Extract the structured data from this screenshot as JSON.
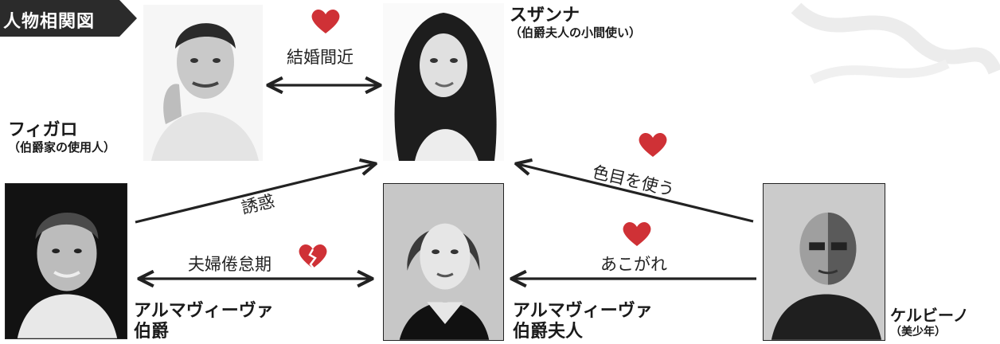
{
  "header": {
    "title": "人物相関図"
  },
  "characters": {
    "figaro": {
      "name": "フィガロ",
      "role": "（伯爵家の使用人）"
    },
    "susanna": {
      "name": "スザンナ",
      "role": "（伯爵夫人の小間使い）"
    },
    "count": {
      "name_line1": "アルマヴィーヴァ",
      "name_line2": "伯爵"
    },
    "countess": {
      "name_line1": "アルマヴィーヴァ",
      "name_line2": "伯爵夫人"
    },
    "cherubino": {
      "name": "ケルビーノ",
      "role": "（美少年）"
    }
  },
  "relations": {
    "figaro_susanna": "結婚間近",
    "count_susanna": "誘惑",
    "count_countess": "夫婦倦怠期",
    "cherubino_susanna": "色目を使う",
    "cherubino_countess": "あこがれ"
  },
  "colors": {
    "heart": "#cf3136",
    "arrow": "#222222",
    "header_bg": "#2b2b2b"
  },
  "icons": [
    "heart-icon",
    "broken-heart-icon"
  ]
}
